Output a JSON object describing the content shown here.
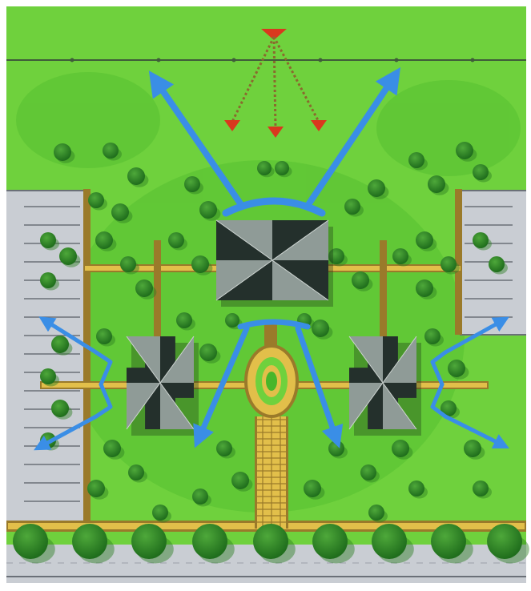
{
  "plan": {
    "colors": {
      "lawn": "#6fd13d",
      "lawn_dark": "#48b62a",
      "pavement": "#c9cdd3",
      "path_fill": "#e2bf4a",
      "path_edge": "#9a7a2a",
      "roof_light": "#8f9b97",
      "roof_dark": "#24302c",
      "tree": "#1f6d1c",
      "tree_highlight": "#4ea83a",
      "view_arrow": "#3a8ee6",
      "focus_arrow": "#d9381e",
      "rope": "#8a6a2e"
    },
    "buildings": [
      {
        "name": "main-building-north",
        "icon": "pyramid-roof-square"
      },
      {
        "name": "building-west",
        "icon": "pyramid-roof-cross"
      },
      {
        "name": "building-east",
        "icon": "pyramid-roof-cross"
      }
    ],
    "view_arrows": [
      "north-northwest",
      "north-northeast",
      "southwest",
      "southeast",
      "west-up",
      "west-down",
      "east-up",
      "east-down"
    ],
    "focus_arrows": [
      "south-left",
      "south-center",
      "south-right"
    ],
    "features": [
      "central-oval-fountain",
      "tree-lined-boulevard",
      "parking-bays-west",
      "parking-bays-east"
    ]
  }
}
